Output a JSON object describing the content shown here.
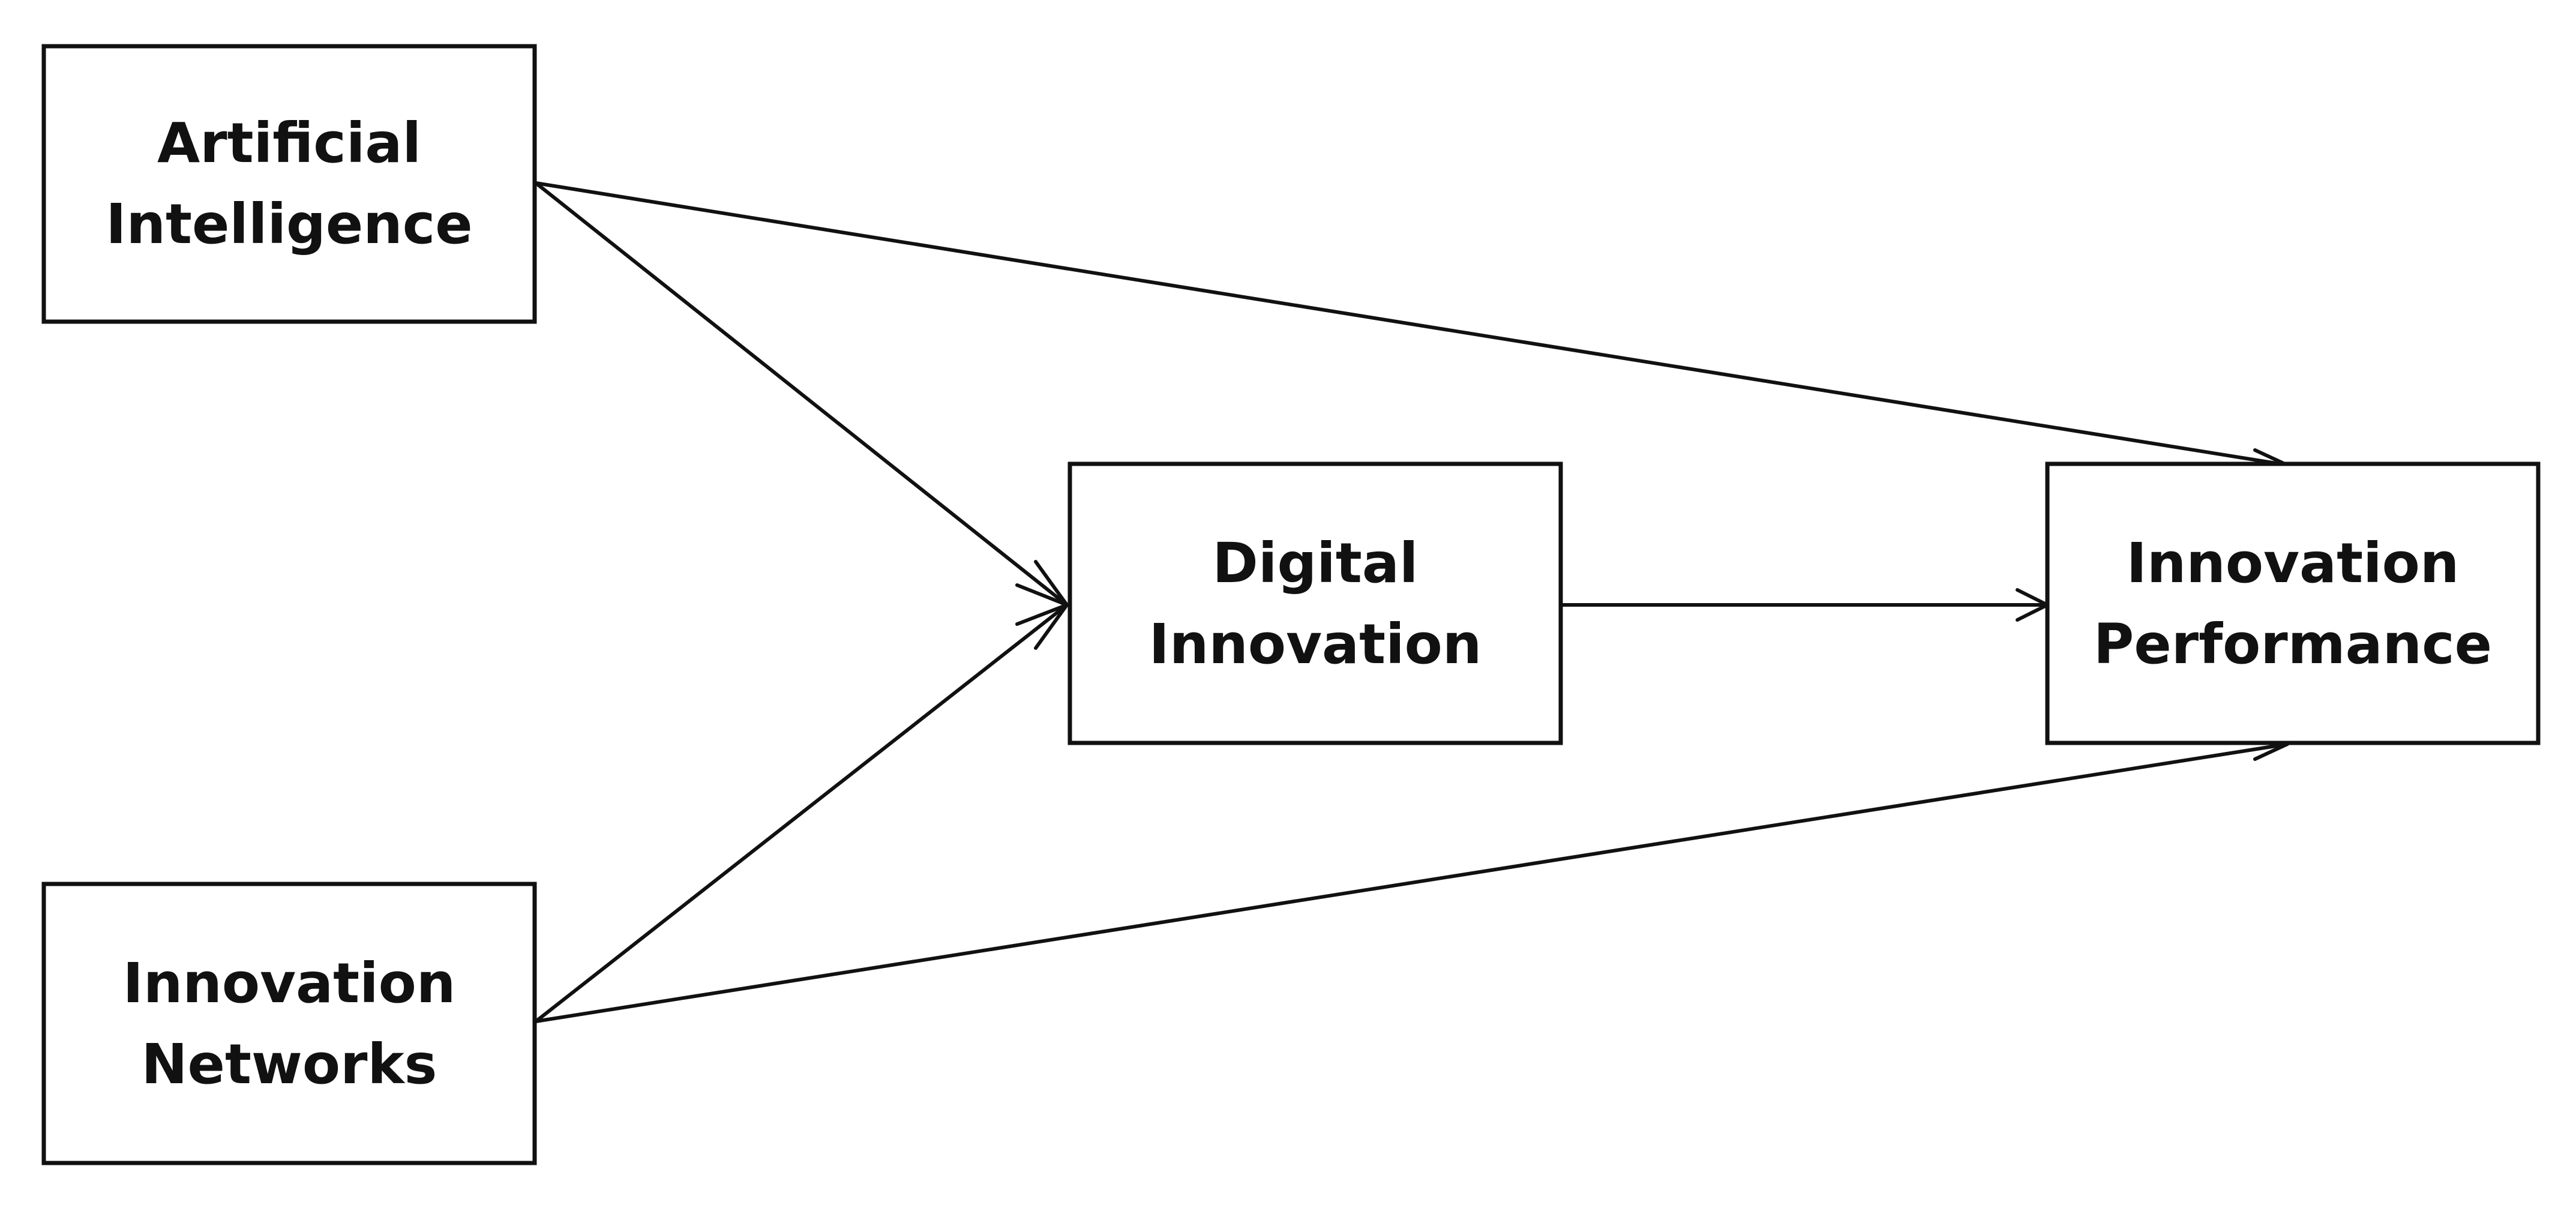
{
  "nodes": {
    "ai": {
      "line1": "Artificial",
      "line2": "Intelligence"
    },
    "digital": {
      "line1": "Digital",
      "line2": "Innovation"
    },
    "performance": {
      "line1": "Innovation",
      "line2": "Performance"
    },
    "networks": {
      "line1": "Innovation",
      "line2": "Networks"
    }
  },
  "edges": [
    {
      "from": "ai",
      "to": "digital"
    },
    {
      "from": "ai",
      "to": "performance"
    },
    {
      "from": "networks",
      "to": "digital"
    },
    {
      "from": "networks",
      "to": "performance"
    },
    {
      "from": "digital",
      "to": "performance"
    }
  ]
}
